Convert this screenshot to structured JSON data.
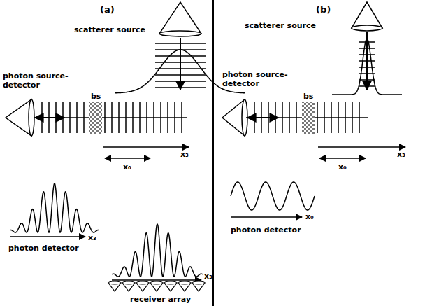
{
  "diagram": {
    "labels": [
      "(a)",
      "scatterer source",
      "photon source-detector",
      "bs",
      "x₃",
      "x₀",
      "photon detector",
      "x₃",
      "x₃",
      "receiver array",
      "(b)",
      "scatterer source",
      "photon source-detector",
      "bs",
      "x₃",
      "x₀",
      "photon detector",
      "x₀"
    ]
  }
}
